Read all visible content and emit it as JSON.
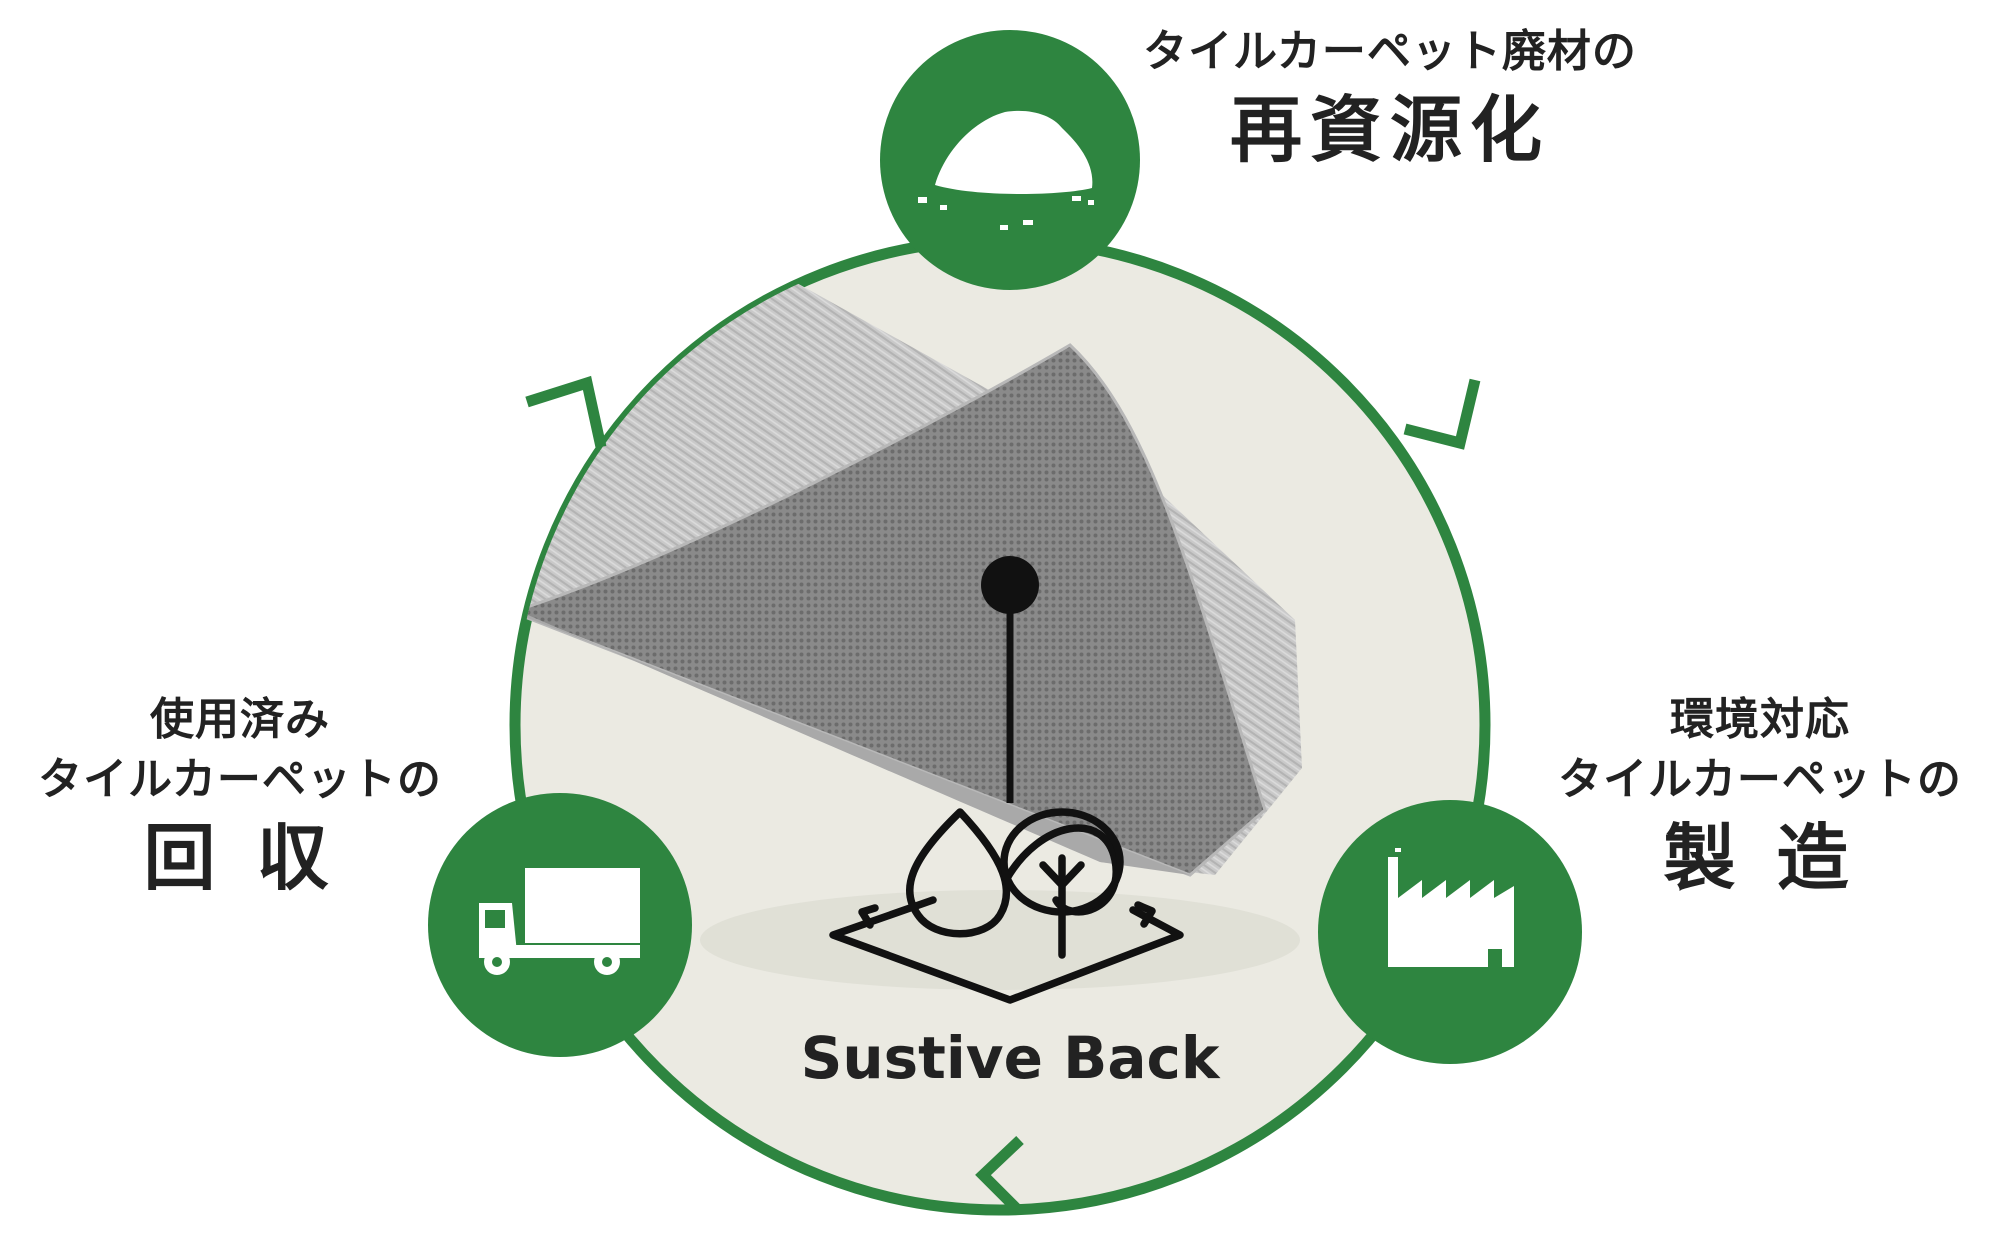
{
  "colors": {
    "green": "#2e8540",
    "circle_fill": "#ebeae2",
    "carpet_top": "#c8c8c8",
    "carpet_back": "#8f8f8f",
    "text": "#222222",
    "white": "#ffffff"
  },
  "stages": {
    "top": {
      "icon": "rubble-pile-icon",
      "line1": "タイルカーペット廃材の",
      "big": "再資源化"
    },
    "right": {
      "icon": "factory-icon",
      "line1": "環境対応",
      "line2": "タイルカーペットの",
      "big": "製 造"
    },
    "left": {
      "icon": "truck-icon",
      "line1": "使用済み",
      "line2": "タイルカーペットの",
      "big": "回 収"
    }
  },
  "center": {
    "product_image": "tile-carpet-backing-photo",
    "logo_icon": "sustive-back-logo-icon",
    "logo_text": "Sustive Back"
  }
}
